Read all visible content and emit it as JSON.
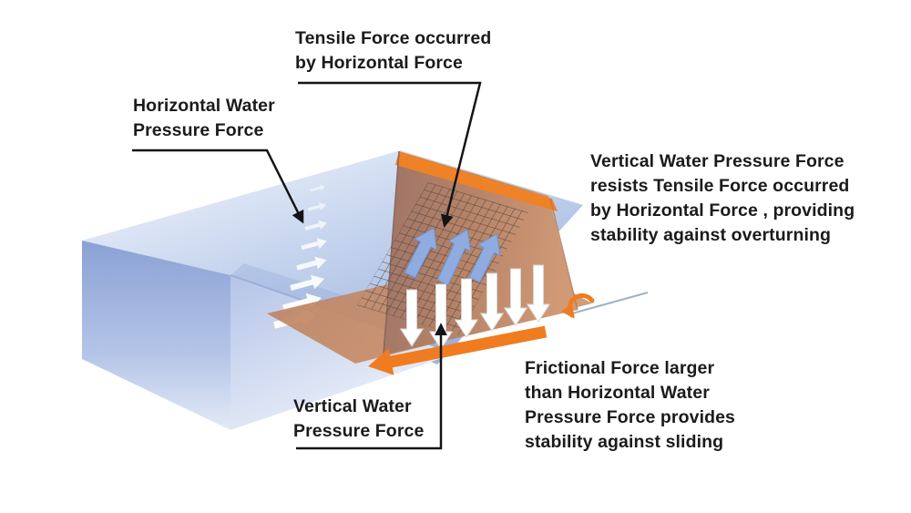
{
  "figure": {
    "title_hint": "Forces acting on an inflatable/flap water barrier",
    "labels": {
      "tensile": "Tensile Force occurred\nby Horizontal Force",
      "horizontal": "Horizontal Water\nPressure Force",
      "overturning": "Vertical Water Pressure Force\nresists Tensile Force occurred\nby Horizontal Force , providing\nstability against overturning",
      "vertical": "Vertical Water\nPressure Force",
      "sliding": "Frictional Force larger\nthan Horizontal Water\nPressure Force provides\nstability against sliding"
    },
    "colors": {
      "accent_orange": "#f07c21",
      "flap_stripe": "#ef8226",
      "water_deep": "#8aa1d4",
      "water_light": "#e9eff9",
      "mat": "#c88b65",
      "flap_left": "#9c7368",
      "flap_right": "#d19a76",
      "mesh_line": "#4d443c",
      "blue_arrow_fill": "#8fabdf",
      "blue_arrow_edge": "#7292cc",
      "white_arrow_edge": "#d6d6d6",
      "leader": "#141414",
      "ground_line": "#9fb0c6",
      "text": "#1b1b1b",
      "background": "#ffffff"
    },
    "icons": {
      "flow_arrows": "horizontal-pressure-flow-arrows (8, white, pointing right, growing with depth)",
      "tensile_arrows": "tensile-force-arrows (3, blue, pointing up-slope)",
      "vertical_arrows": "vertical-pressure-arrows (6, white, pointing down)",
      "rotation_arrow": "overturning-rotation-arrow (orange, curled)",
      "friction_arrow": "friction-force-arrow (orange, pointing left along base)"
    }
  }
}
